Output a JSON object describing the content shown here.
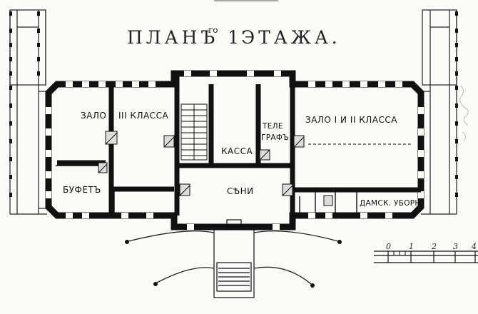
{
  "plan": {
    "title": "ПЛАНЪ 1",
    "title_superscript": "го",
    "title_suffix": "ЭТАЖА."
  },
  "rooms": {
    "hall_3rd_a": "ЗАЛО",
    "hall_3rd_b": "III КЛАССА",
    "buffet": "БУФЕТЪ",
    "cashier": "КАССА",
    "telegraph_a": "ТЕЛЕ",
    "telegraph_b": "ГРАФЪ",
    "hall_1_2": "ЗАЛО I И II КЛАССА",
    "vestibule": "СѢНИ",
    "ladies_toilet": "ДАМСК. УБОРН."
  },
  "scale": {
    "ticks": [
      "0",
      "1",
      "2",
      "3",
      "4"
    ]
  },
  "colors": {
    "ink": "#111111",
    "paper": "#fbfbf9"
  }
}
